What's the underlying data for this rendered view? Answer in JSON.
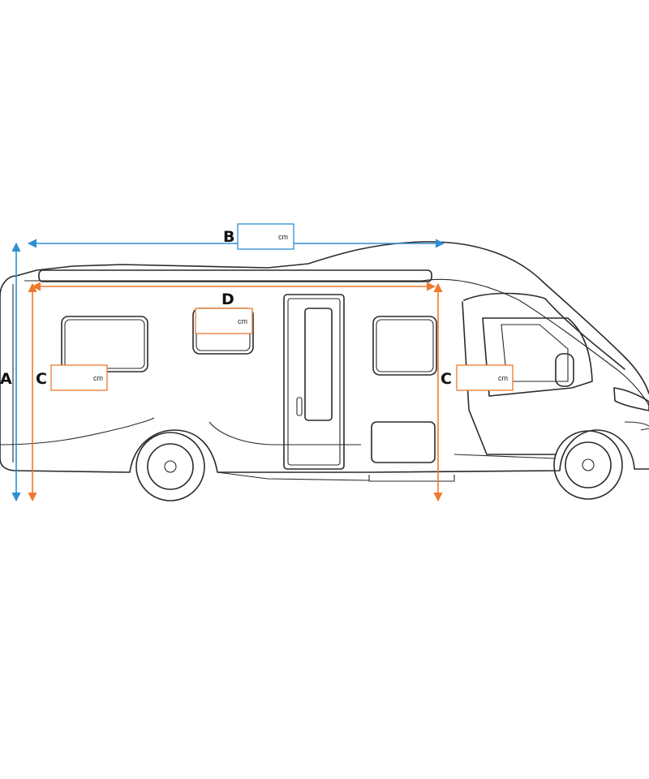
{
  "dimensions": {
    "A": {
      "label": "A"
    },
    "B": {
      "label": "B",
      "unit": "cm"
    },
    "C_left": {
      "label": "C",
      "unit": "cm"
    },
    "C_right": {
      "label": "C",
      "unit": "cm"
    },
    "D": {
      "label": "D",
      "unit": "cm"
    }
  },
  "colors": {
    "blue": "#2d8fd2",
    "orange": "#ef7a2c",
    "outline": "#2a2a2a"
  }
}
